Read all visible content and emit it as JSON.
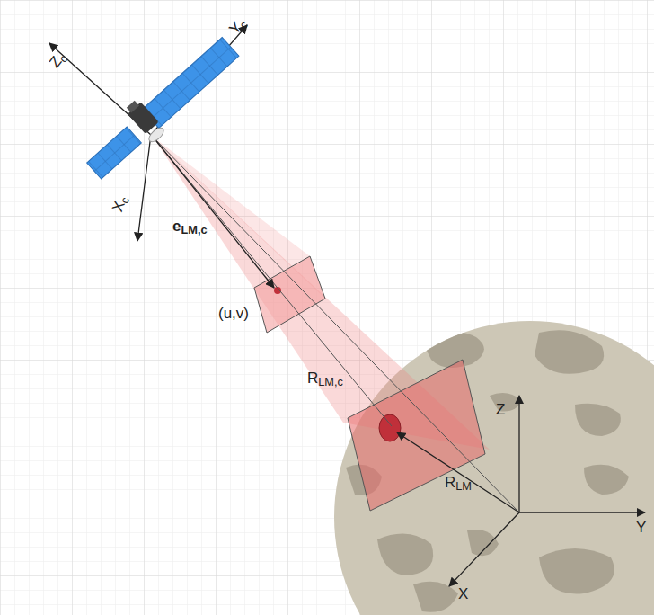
{
  "diagram": {
    "labels": [
      "Zc",
      "Yc",
      "Xc",
      "eLM,c",
      "(u,v)",
      "RLM,c",
      "RLM",
      "Z",
      "Y",
      "X"
    ]
  }
}
